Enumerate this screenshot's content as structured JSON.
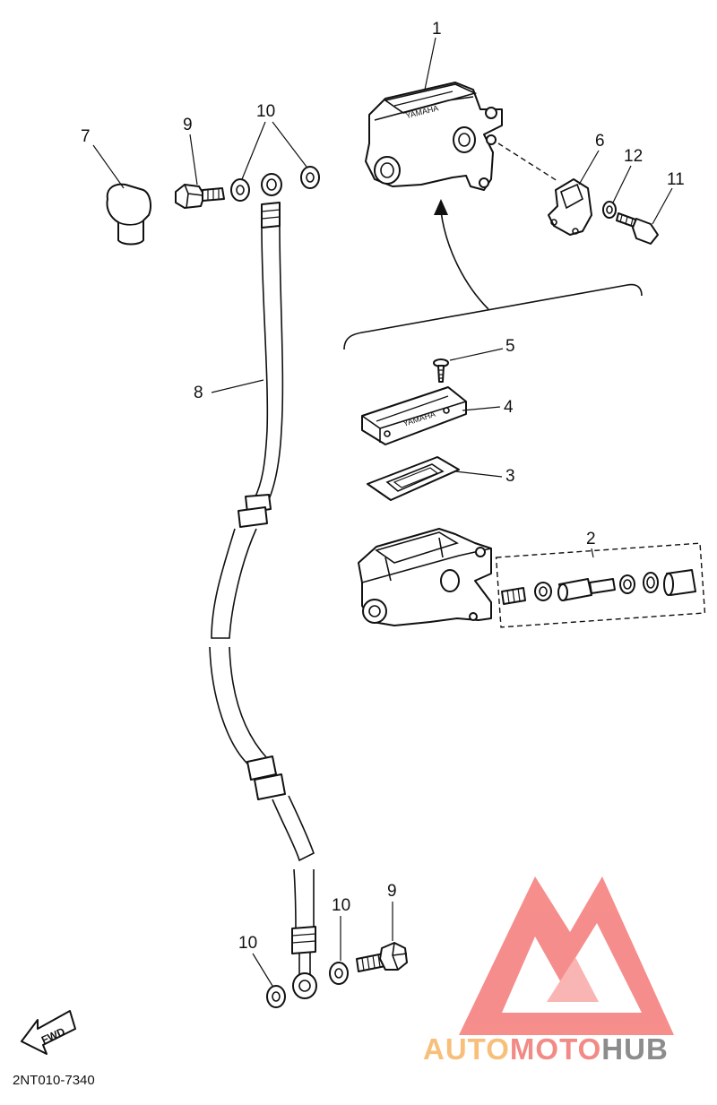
{
  "diagram": {
    "part_labels": {
      "p1": "1",
      "p2": "2",
      "p3": "3",
      "p4": "4",
      "p5": "5",
      "p6": "6",
      "p7": "7",
      "p8": "8",
      "p9_top": "9",
      "p9_bottom": "9",
      "p10_top": "10",
      "p10_bottom_left": "10",
      "p10_bottom_mid": "10",
      "p11": "11",
      "p12": "12"
    },
    "drawing_code": "2NT010-7340",
    "fwd_arrow_text": "FWD",
    "emboss_text": "YAMAHA"
  },
  "watermark": {
    "logo": "automotohub-triangle-logo",
    "segments": [
      "AUTO",
      "MOTO",
      "HUB"
    ],
    "colors": {
      "auto": "#f7bf7a",
      "moto": "#f28a86",
      "hub": "#8c8c8c",
      "triangle": "#f47a78"
    }
  }
}
